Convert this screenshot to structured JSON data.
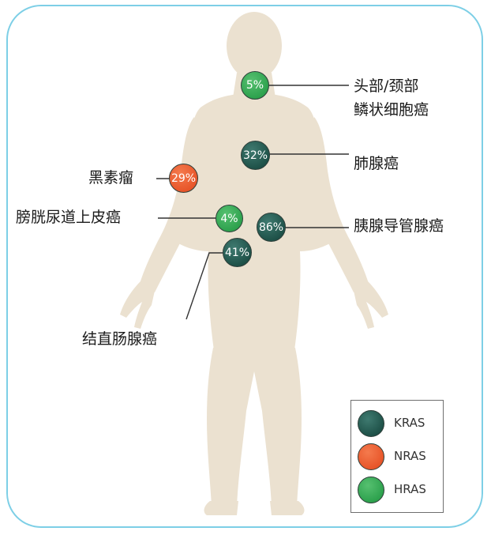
{
  "colors": {
    "frame": "#7dcfe6",
    "body": "#ebe1d0",
    "KRAS": "#1f5249",
    "NRAS": "#e8562a",
    "HRAS": "#2ea24e"
  },
  "markers": [
    {
      "id": "head-neck",
      "value": "5%",
      "type": "HRAS"
    },
    {
      "id": "lung",
      "value": "32%",
      "type": "KRAS"
    },
    {
      "id": "melanoma",
      "value": "29%",
      "type": "NRAS"
    },
    {
      "id": "bladder",
      "value": "4%",
      "type": "HRAS"
    },
    {
      "id": "pancreas",
      "value": "86%",
      "type": "KRAS"
    },
    {
      "id": "colorectal",
      "value": "41%",
      "type": "KRAS"
    }
  ],
  "labels": {
    "head_neck_line1": "头部/颈部",
    "head_neck_line2": "鳞状细胞癌",
    "lung": "肺腺癌",
    "melanoma": "黑素瘤",
    "bladder": "膀胱尿道上皮癌",
    "pancreas": "胰腺导管腺癌",
    "colorectal": "结直肠腺癌"
  },
  "legend": [
    {
      "type": "KRAS",
      "label": "KRAS"
    },
    {
      "type": "NRAS",
      "label": "NRAS"
    },
    {
      "type": "HRAS",
      "label": "HRAS"
    }
  ]
}
